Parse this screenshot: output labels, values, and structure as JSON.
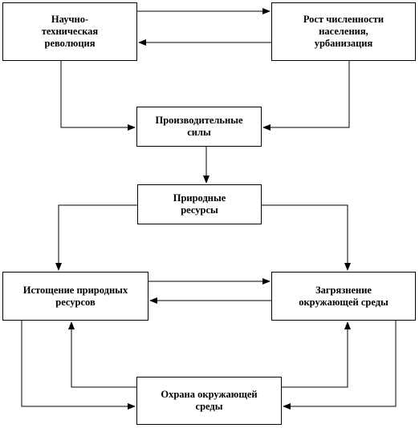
{
  "diagram": {
    "nodes": {
      "ntr": "Научно-\nтехническая\nреволюция",
      "population": "Рост численности\nнаселения,\nурбанизация",
      "productive_forces": "Производительные\nсилы",
      "natural_resources": "Природные\nресурсы",
      "depletion": "Истощение природных\nресурсов",
      "pollution": "Загрязнение\nокружающей среды",
      "protection": "Охрана окружающей\nсреды"
    },
    "edges": [
      {
        "from": "ntr",
        "to": "population"
      },
      {
        "from": "population",
        "to": "ntr"
      },
      {
        "from": "ntr",
        "to": "productive_forces"
      },
      {
        "from": "population",
        "to": "productive_forces"
      },
      {
        "from": "productive_forces",
        "to": "natural_resources"
      },
      {
        "from": "natural_resources",
        "to": "depletion"
      },
      {
        "from": "natural_resources",
        "to": "pollution"
      },
      {
        "from": "depletion",
        "to": "pollution"
      },
      {
        "from": "pollution",
        "to": "depletion"
      },
      {
        "from": "depletion",
        "to": "protection"
      },
      {
        "from": "protection",
        "to": "depletion"
      },
      {
        "from": "pollution",
        "to": "protection"
      },
      {
        "from": "protection",
        "to": "pollution"
      }
    ]
  }
}
